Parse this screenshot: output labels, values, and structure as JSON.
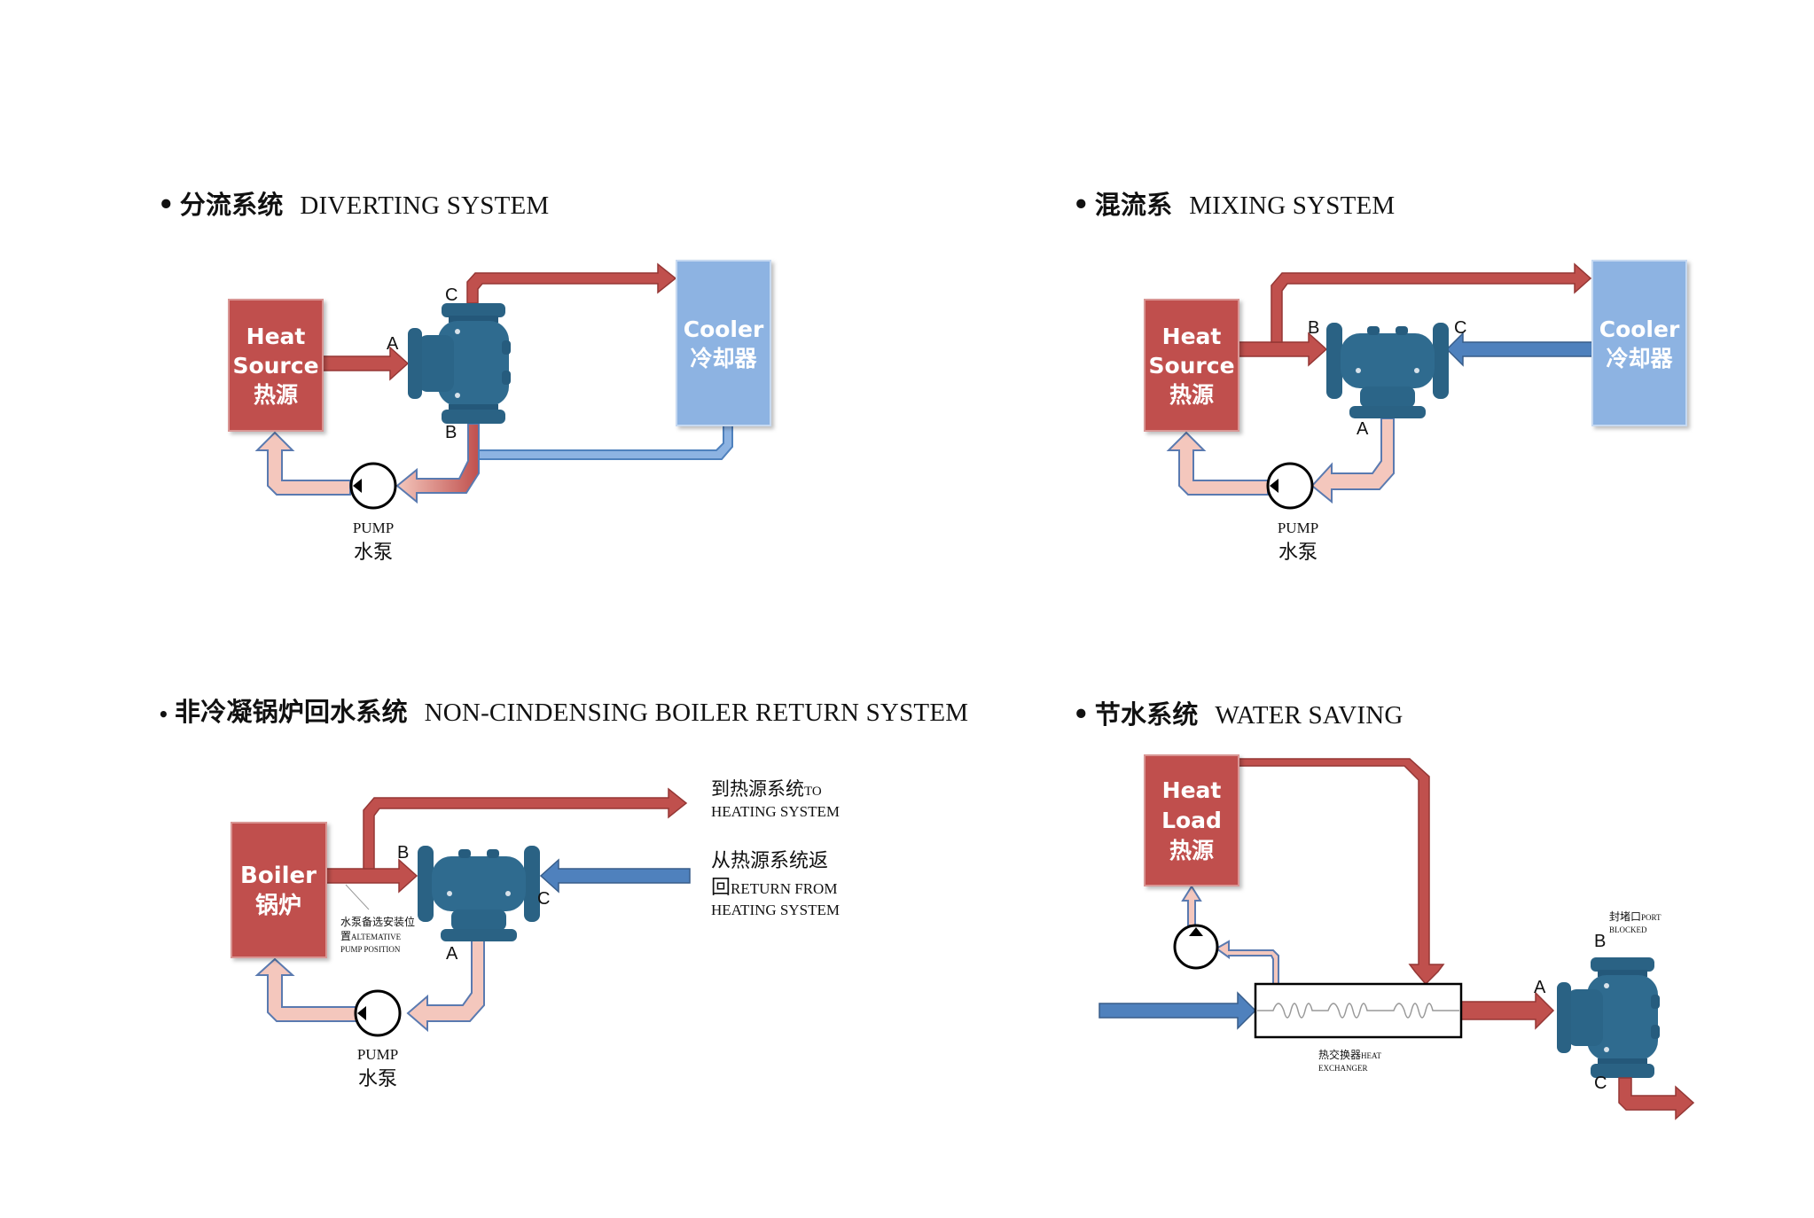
{
  "colors": {
    "heat_red": "#c0504d",
    "cooler_blue": "#8db3e2",
    "cold_blue": "#4f81bd",
    "return_pink": "#f4c7bd",
    "return_outline": "#5a7ab0",
    "valve_body": "#2f6b8f"
  },
  "sections": [
    {
      "id": "diverting",
      "title_cn": "分流系统",
      "title_en": "DIVERTING SYSTEM",
      "source": {
        "line1": "Heat",
        "line2": "Source",
        "line3": "热源"
      },
      "cooler": {
        "line1": "Cooler",
        "line2": "冷却器"
      },
      "ports": {
        "a": "A",
        "b": "B",
        "c": "C"
      },
      "pump": {
        "en": "PUMP",
        "cn": "水泵"
      }
    },
    {
      "id": "mixing",
      "title_cn": "混流系",
      "title_en": "MIXING SYSTEM",
      "source": {
        "line1": "Heat",
        "line2": "Source",
        "line3": "热源"
      },
      "cooler": {
        "line1": "Cooler",
        "line2": "冷却器"
      },
      "ports": {
        "a": "A",
        "b": "B",
        "c": "C"
      },
      "pump": {
        "en": "PUMP",
        "cn": "水泵"
      }
    },
    {
      "id": "boiler-return",
      "title_cn": "非冷凝锅炉回水系统",
      "title_en": "NON-CINDENSING BOILER RETURN SYSTEM",
      "boiler": {
        "line1": "Boiler",
        "line2": "锅炉"
      },
      "ports": {
        "a": "A",
        "b": "B",
        "c": "C"
      },
      "pump": {
        "en": "PUMP",
        "cn": "水泵"
      },
      "alt_pump": {
        "cn1": "水泵备选安装位",
        "cn2": "置",
        "en1": "ALTEMATIVE",
        "en2": "PUMP POSITION"
      },
      "to_heating": {
        "cn": "到热源系统",
        "en1": "TO",
        "en2": "HEATING SYSTEM"
      },
      "return_from": {
        "cn1": "从热源系统返",
        "cn2": "回",
        "en1": "RETURN FROM",
        "en2": "HEATING SYSTEM"
      }
    },
    {
      "id": "water-saving",
      "title_cn": "节水系统",
      "title_en": "WATER SAVING",
      "load": {
        "line1": "Heat",
        "line2": "Load",
        "line3": "热源"
      },
      "ports": {
        "a": "A",
        "b": "B",
        "c": "C"
      },
      "exchanger": {
        "cn": "热交换器",
        "en1": "HEAT",
        "en2": "EXCHANGER"
      },
      "blocked": {
        "cn": "封堵口",
        "en1": "PORT",
        "en2": "BLOCKED"
      }
    }
  ]
}
